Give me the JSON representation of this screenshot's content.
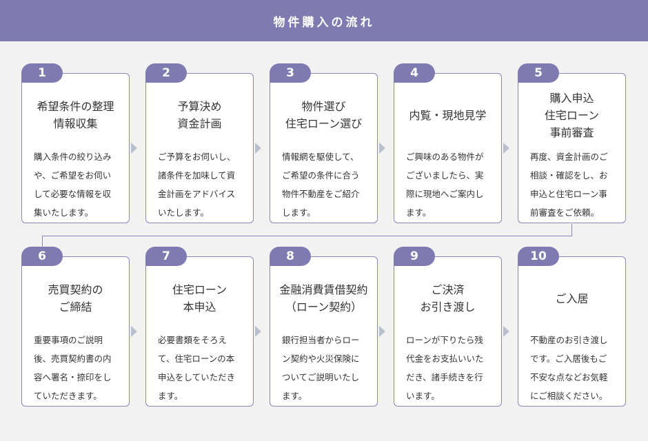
{
  "header": {
    "title": "物件購入の流れ"
  },
  "steps": [
    {
      "number": "1",
      "title": [
        "希望条件の整理",
        "情報収集"
      ],
      "body": [
        "購入条件の絞り込み",
        "や、ご希望をお伺い",
        "して必要な情報を収",
        "集いたします。"
      ]
    },
    {
      "number": "2",
      "title": [
        "予算決め",
        "資金計画"
      ],
      "body": [
        "ご予算をお伺いし、",
        "諸条件を加味して資",
        "金計画をアドバイス",
        "いたします。"
      ]
    },
    {
      "number": "3",
      "title": [
        "物件選び",
        "住宅ローン選び"
      ],
      "body": [
        "情報網を駆使して、",
        "ご希望の条件に合う",
        "物件不動産をご紹介",
        "します。"
      ]
    },
    {
      "number": "4",
      "title": [
        "内覧・現地見学"
      ],
      "body": [
        "ご興味のある物件が",
        "ございましたら、実",
        "際に現地へご案内し",
        "ます。"
      ]
    },
    {
      "number": "5",
      "title": [
        "購入申込",
        "住宅ローン",
        "事前審査"
      ],
      "body": [
        "再度、資金計画のご",
        "相談・確認をし、お",
        "申込と住宅ローン事",
        "前審査をご依頼。"
      ]
    },
    {
      "number": "6",
      "title": [
        "売買契約の",
        "ご締結"
      ],
      "body": [
        "重要事項のご説明",
        "後、売買契約書の内",
        "容へ署名・捺印をし",
        "ていただきます。"
      ]
    },
    {
      "number": "7",
      "title": [
        "住宅ローン",
        "本申込"
      ],
      "body": [
        "必要書類をそろえ",
        "て、住宅ローンの本",
        "申込をしていただき",
        "ます。"
      ]
    },
    {
      "number": "8",
      "title": [
        "金融消費賃借契約",
        "（ローン契約）"
      ],
      "body": [
        "銀行担当者からロー",
        "ン契約や火災保険に",
        "ついてご説明いたし",
        "ます。"
      ]
    },
    {
      "number": "9",
      "title": [
        "ご決済",
        "お引き渡し"
      ],
      "body": [
        "ローンが下りたら残",
        "代金をお支払いいた",
        "だき、諸手続きを行",
        "います。"
      ]
    },
    {
      "number": "10",
      "title": [
        "ご入居"
      ],
      "body": [
        "不動産のお引き渡し",
        "です。ご入居後もご",
        "不安な点などお気軽",
        "にご相談ください。"
      ]
    }
  ]
}
